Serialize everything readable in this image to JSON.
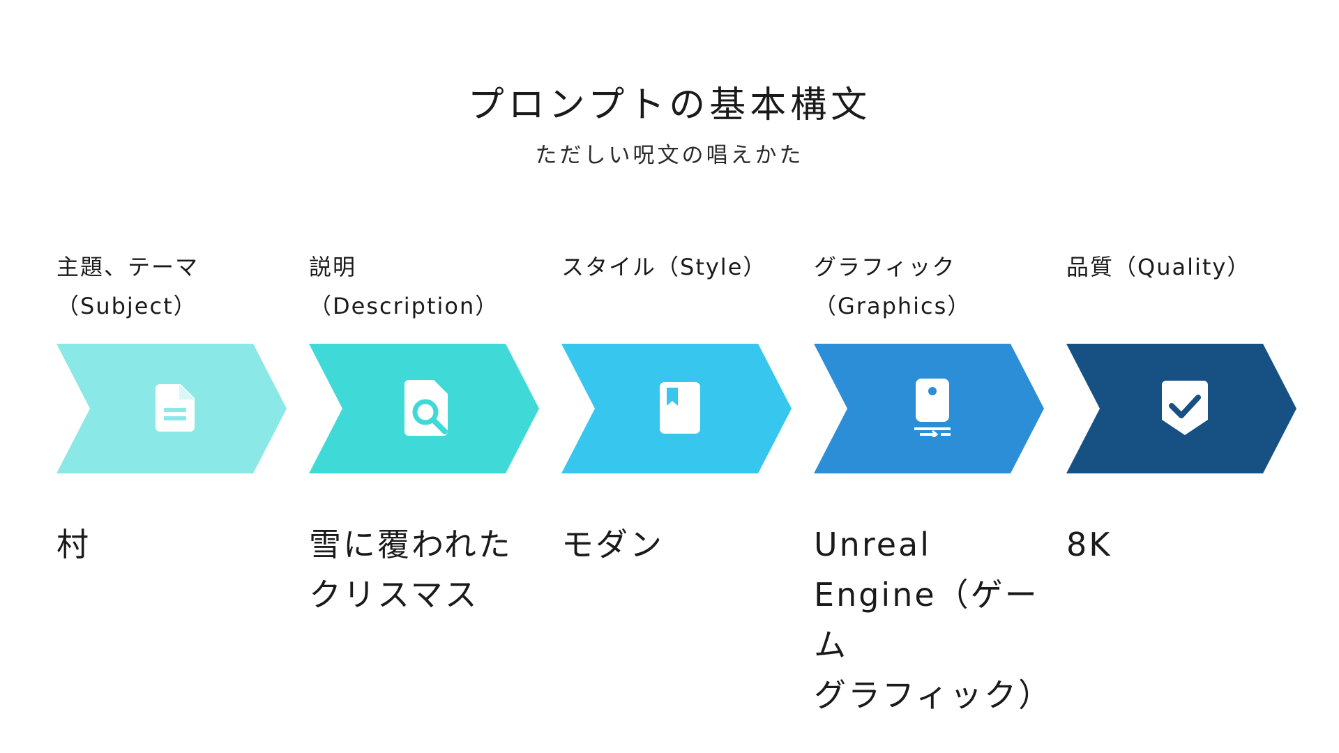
{
  "title": "プロンプトの基本構文",
  "subtitle": "ただしい呪文の唱えかた",
  "colors": {
    "step1": "#8ae8e6",
    "step2": "#3fd9d7",
    "step3": "#36c6ee",
    "step4": "#2c8ed6",
    "step5": "#175184"
  },
  "steps": [
    {
      "label": "主題、テーマ\n（Subject）",
      "value": "村",
      "icon": "document-icon"
    },
    {
      "label": "説明\n（Description）",
      "value": "雪に覆われた\nクリスマス",
      "icon": "file-search-icon"
    },
    {
      "label": "スタイル（Style）",
      "value": "モダン",
      "icon": "bookmark-book-icon"
    },
    {
      "label": "グラフィック\n（Graphics）",
      "value": "Unreal\nEngine（ゲーム\nグラフィック）",
      "icon": "device-transfer-icon"
    },
    {
      "label": "品質（Quality）",
      "value": "8K",
      "icon": "shield-check-icon"
    }
  ]
}
